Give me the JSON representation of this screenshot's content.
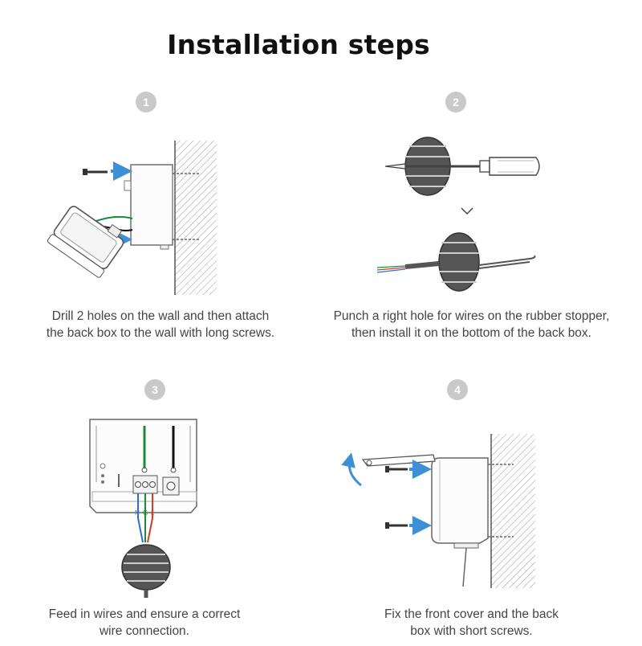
{
  "title": "Installation steps",
  "steps": [
    {
      "number": "1",
      "caption_line1": "Drill 2 holes on the wall and then attach",
      "caption_line2": "the back box to the wall with long screws."
    },
    {
      "number": "2",
      "caption_line1": "Punch a right hole for wires on the rubber stopper,",
      "caption_line2": "then install it on the bottom of the back box."
    },
    {
      "number": "3",
      "caption_line1": "Feed in wires and ensure a correct",
      "caption_line2": "wire connection."
    },
    {
      "number": "4",
      "caption_line1": "Fix the front cover and the back",
      "caption_line2": "box with short screws."
    }
  ],
  "terminal_labels": [
    "N",
    "G",
    "L"
  ],
  "colors": {
    "arrow": "#3d8fd6",
    "wire_green": "#1d8a3a",
    "wire_red": "#d23a2a",
    "wire_blue": "#2a6fd6",
    "wire_black": "#111111"
  }
}
